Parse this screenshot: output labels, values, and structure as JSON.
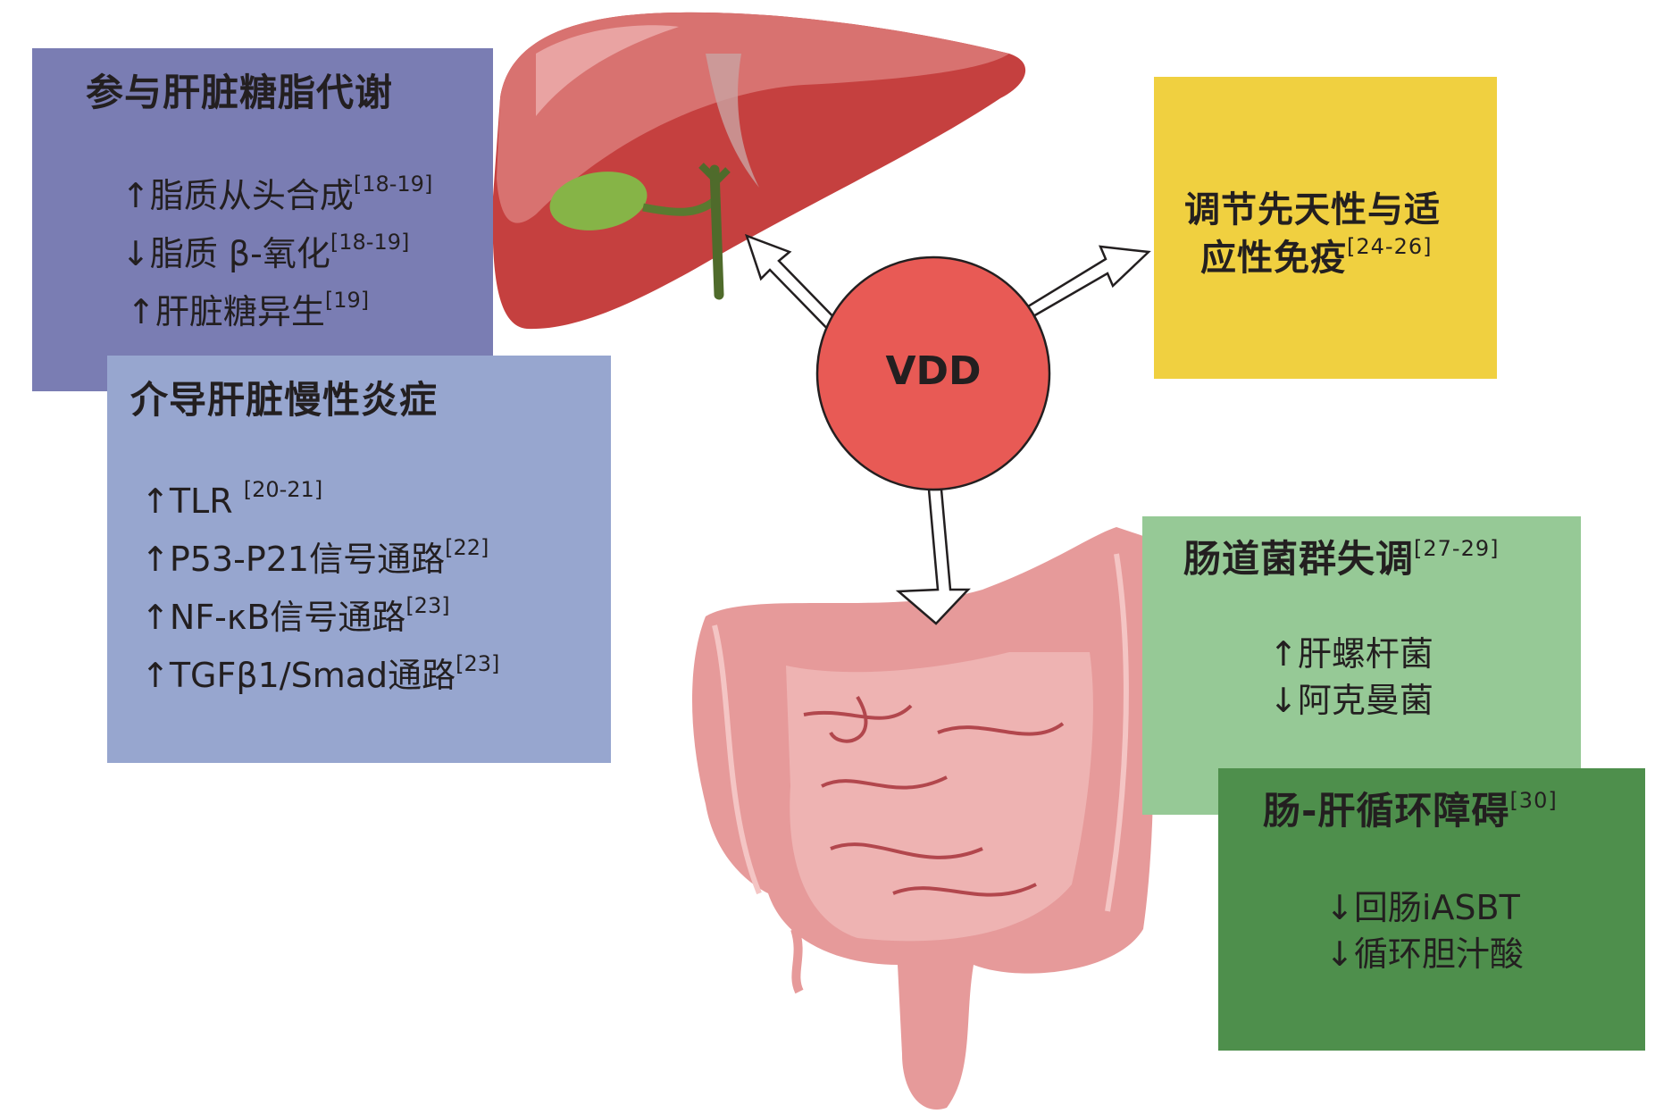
{
  "center": {
    "label": "VDD",
    "color": "#e85a55"
  },
  "boxes": {
    "metabolism": {
      "title": "参与肝脏糖脂代谢",
      "color": "#7a7db3",
      "items": [
        {
          "text": "↑脂质从头合成",
          "ref": "[18-19]"
        },
        {
          "text": "↓脂质 β-氧化",
          "ref": "[18-19]"
        },
        {
          "text": "↑肝脏糖异生",
          "ref": "[19]"
        }
      ]
    },
    "inflammation": {
      "title": "介导肝脏慢性炎症",
      "color": "#97a6cf",
      "items": [
        {
          "text": "↑TLR ",
          "ref": "[20-21]"
        },
        {
          "text": "↑P53-P21信号通路",
          "ref": "[22]"
        },
        {
          "text": "↑NF-κB信号通路",
          "ref": "[23]"
        },
        {
          "text": "↑TGFβ1/Smad通路",
          "ref": "[23]"
        }
      ]
    },
    "immunity": {
      "title_line1": "调节先天性与适",
      "title_line2": "应性免疫",
      "ref": "[24-26]",
      "color": "#f0d040"
    },
    "microbiota": {
      "title": "肠道菌群失调",
      "ref": "[27-29]",
      "color": "#96c996",
      "items": [
        "↑肝螺杆菌",
        "↓阿克曼菌"
      ]
    },
    "enterohepatic": {
      "title": "肠-肝循环障碍",
      "ref": "[30]",
      "color": "#4e8f4c",
      "items": [
        "↓回肠iASBT",
        "↓循环胆汁酸"
      ]
    }
  }
}
